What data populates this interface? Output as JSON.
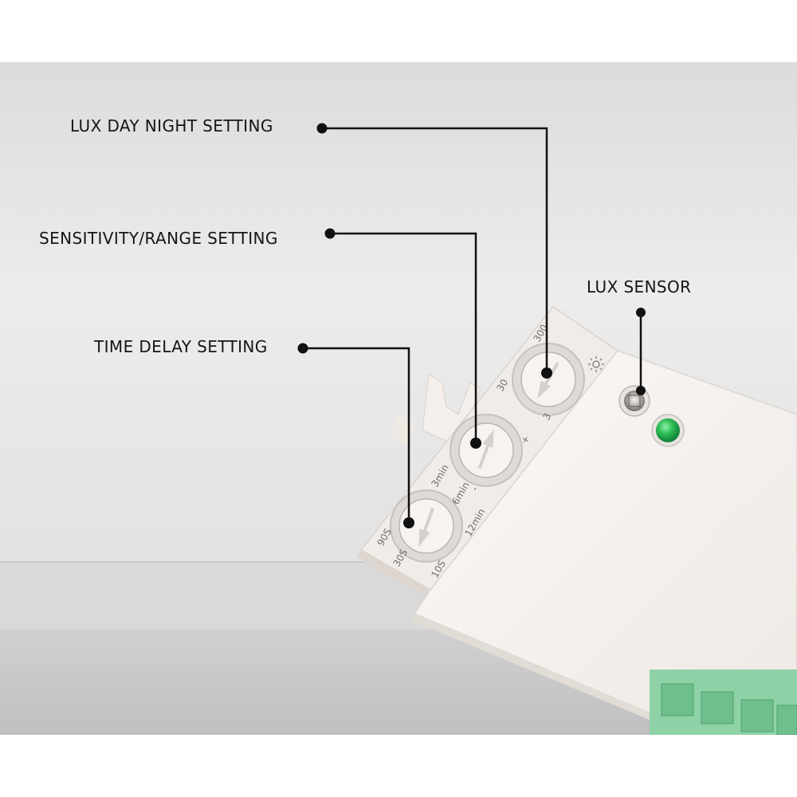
{
  "callouts": {
    "lux_day_night": "LUX DAY NIGHT SETTING",
    "sensitivity_range": "SENSITIVITY/RANGE SETTING",
    "time_delay": "TIME DELAY SETTING",
    "lux_sensor": "LUX SENSOR"
  },
  "dial_markings": {
    "lux": [
      "300",
      "30",
      "3"
    ],
    "sensitivity": [
      "-",
      "+"
    ],
    "time": [
      "3min",
      "6min",
      "12min",
      "90S",
      "30S",
      "10S"
    ]
  },
  "icons": {
    "sun": "sun-icon",
    "indicator": "green-led-icon"
  },
  "colors": {
    "background_upper": "#e4e4e4",
    "background_lower": "#c2c2c2",
    "device_body": "#f5f1ee",
    "led": "#2ebd55",
    "terminal": "#6fbf8c",
    "leader_line": "#111111",
    "label_text": "#151515"
  }
}
